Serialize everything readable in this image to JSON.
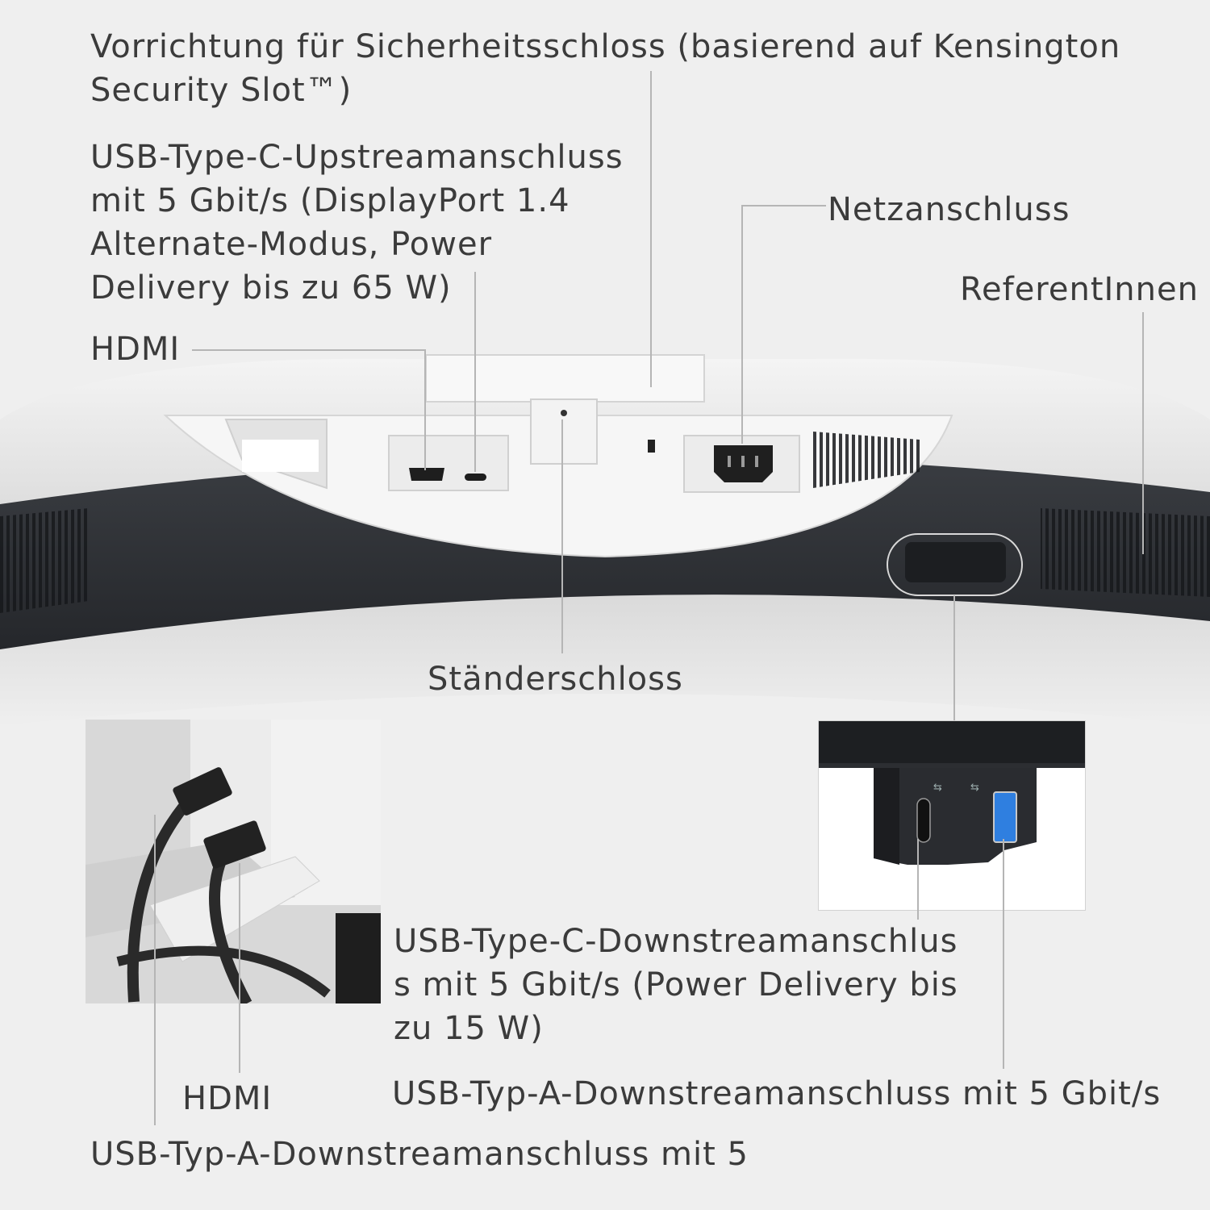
{
  "labels": {
    "security_slot": "Vorrichtung für Sicherheitsschloss (basierend auf Kensington\nSecurity Slot™)",
    "usbc_upstream": "USB-Type-C-Upstreamanschluss\nmit 5 Gbit/s (DisplayPort 1.4\nAlternate-Modus, Power\nDelivery bis zu 65 W)",
    "hdmi_top": "HDMI",
    "power": "Netzanschluss",
    "speakers": "ReferentInnen",
    "stand_lock": "Ständerschloss",
    "usbc_downstream": "USB-Type-C-Downstreamanschlus\ns mit 5 Gbit/s (Power Delivery bis\nzu 15 W)",
    "usba_downstream_right": "USB-Typ-A-Downstreamanschluss mit 5 Gbit/s",
    "hdmi_bottom": "HDMI",
    "usba_downstream_left": "USB-Typ-A-Downstreamanschluss mit 5"
  },
  "colors": {
    "background": "#efefef",
    "leader_line": "#b5b5b5",
    "monitor_white": "#e9e9e9",
    "monitor_dark": "#2e3136",
    "usb_blue": "#2f7fe0"
  }
}
